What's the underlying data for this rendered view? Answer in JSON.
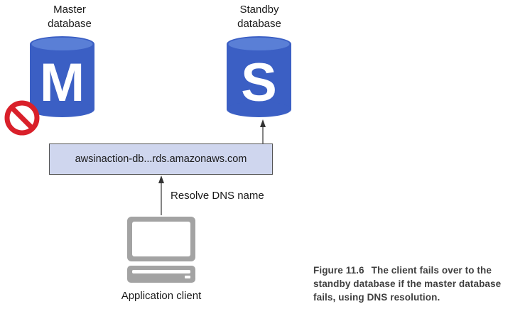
{
  "master": {
    "label_line1": "Master",
    "label_line2": "database",
    "letter": "M"
  },
  "standby": {
    "label_line1": "Standby",
    "label_line2": "database",
    "letter": "S"
  },
  "dns": {
    "hostname": "awsinaction-db...rds.amazonaws.com",
    "resolve_label": "Resolve DNS name"
  },
  "client": {
    "label": "Application client"
  },
  "caption": {
    "figure_number": "Figure 11.6",
    "line1": "The client fails over to the",
    "line2": "standby database if the master database",
    "line3": "fails, using DNS resolution."
  },
  "icons": {
    "failure": "prohibited-icon",
    "client": "computer-icon",
    "database": "database-cylinder-icon"
  },
  "colors": {
    "database": "#3b5fc4",
    "database_top": "#5a7fd6",
    "dns_box": "#cfd6ee",
    "prohibited": "#d9202a",
    "computer": "#9c9c9c"
  }
}
